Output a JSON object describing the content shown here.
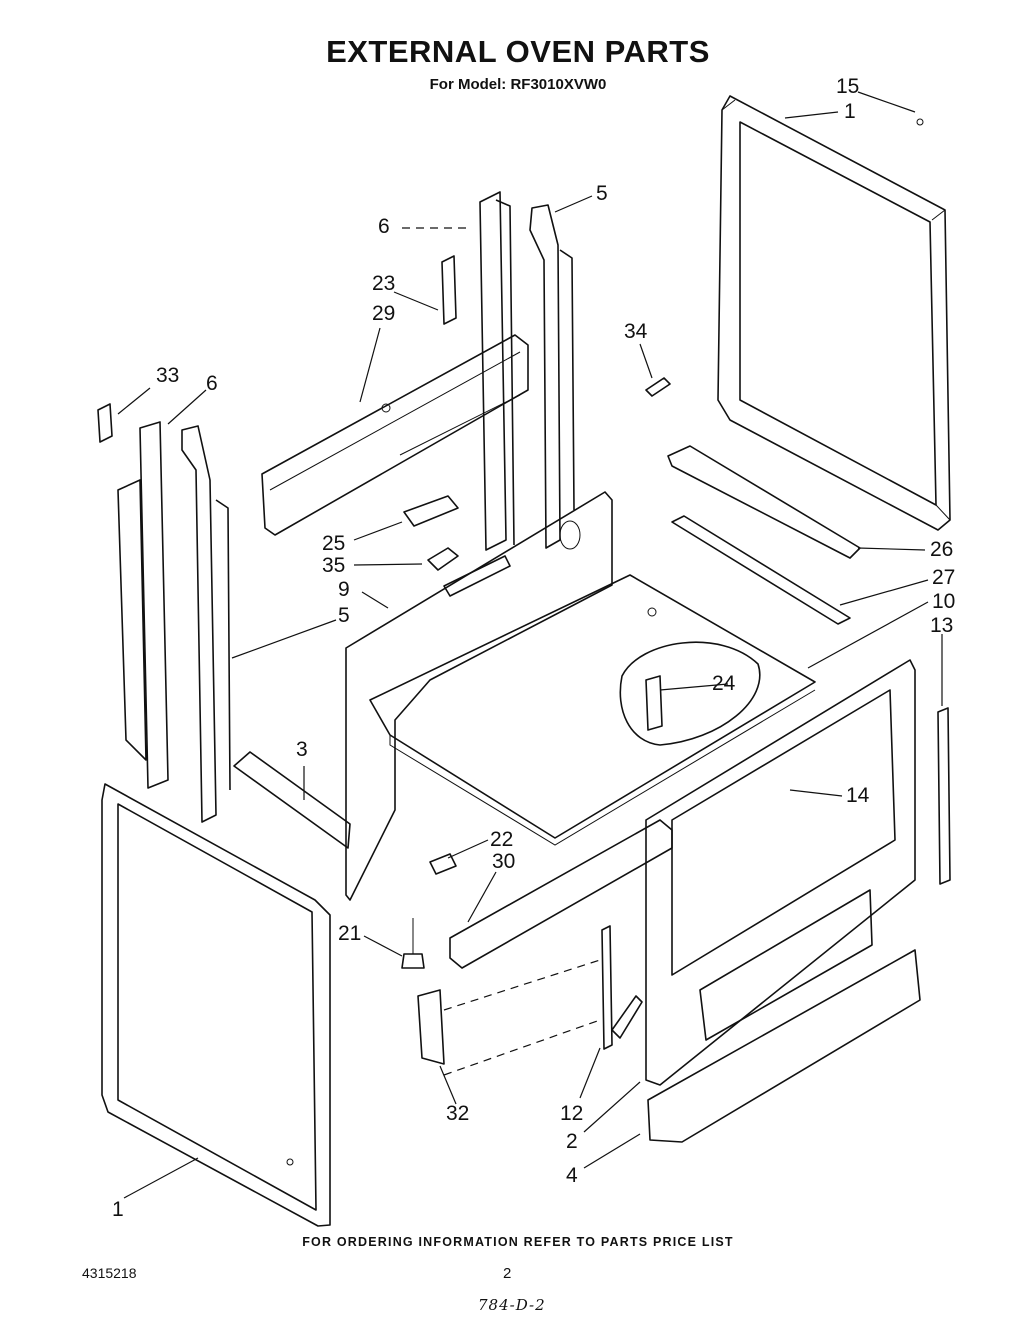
{
  "title": "EXTERNAL OVEN PARTS",
  "subtitle": "For Model: RF3010XVW0",
  "footer": "FOR ORDERING INFORMATION REFER TO PARTS PRICE LIST",
  "doc_number": "4315218",
  "page_number": "2",
  "handwritten_note": "784-D-2",
  "callouts": {
    "c15": "15",
    "c1_top": "1",
    "c5_top": "5",
    "c6_top": "6",
    "c23": "23",
    "c29": "29",
    "c34": "34",
    "c33": "33",
    "c6_left": "6",
    "c25": "25",
    "c35": "35",
    "c9": "9",
    "c5_left": "5",
    "c26": "26",
    "c27": "27",
    "c10": "10",
    "c13": "13",
    "c24": "24",
    "c3": "3",
    "c14": "14",
    "c22": "22",
    "c30": "30",
    "c21": "21",
    "c32": "32",
    "c12": "12",
    "c2": "2",
    "c4": "4",
    "c1_bottom": "1"
  }
}
